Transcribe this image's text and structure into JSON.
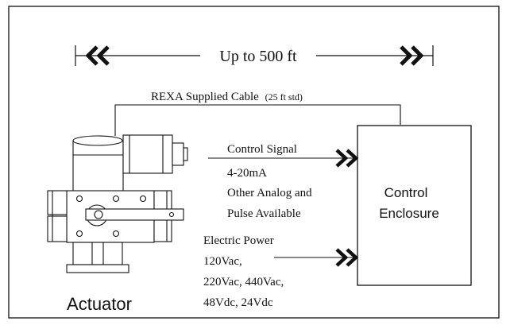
{
  "distance_label": "Up to 500 ft",
  "cable_label": "REXA Supplied  Cable",
  "cable_note": "(25 ft std)",
  "control_signal": {
    "title": "Control Signal",
    "lines": [
      "4-20mA",
      "Other Analog and",
      "Pulse Available"
    ]
  },
  "electric_power": {
    "title": "Electric Power",
    "lines": [
      "120Vac,",
      "220Vac, 440Vac,",
      "48Vdc, 24Vdc"
    ]
  },
  "enclosure": {
    "lines": [
      "Control",
      "Enclosure"
    ]
  },
  "actuator_label": "Actuator",
  "colors": {
    "ink": "#111111",
    "background": "#ffffff",
    "border": "#222222"
  }
}
